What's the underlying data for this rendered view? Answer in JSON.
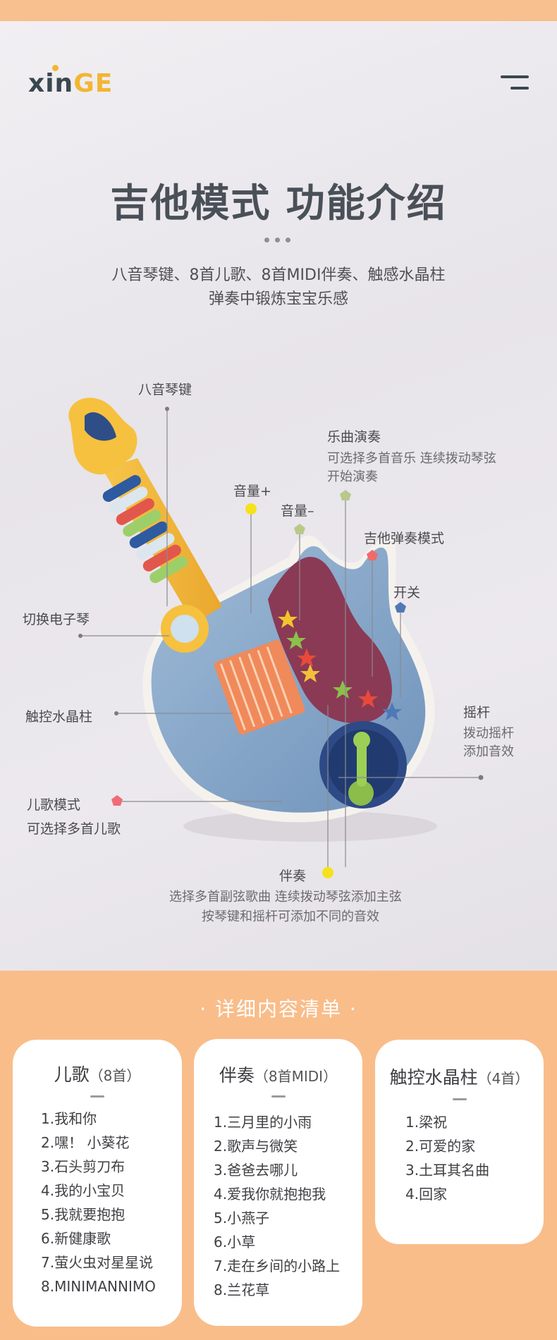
{
  "brand": {
    "logo_text": "xinGE"
  },
  "header": {
    "title": "吉他模式  功能介绍",
    "subtitle_line1": "八音琴键、8首儿歌、8首MIDI伴奏、触感水晶柱",
    "subtitle_line2": "弹奏中锻炼宝宝乐感"
  },
  "annotations": {
    "keys": "八音琴键",
    "music_play_title": "乐曲演奏",
    "music_play_desc1": "可选择多首音乐  连续拨动琴弦",
    "music_play_desc2": "开始演奏",
    "volume_up": "音量+",
    "volume_down": "音量–",
    "guitar_mode": "吉他弹奏模式",
    "power": "开关",
    "switch_piano": "切换电子琴",
    "crystal": "触控水晶柱",
    "rocker_title": "摇杆",
    "rocker_desc1": "拨动摇杆",
    "rocker_desc2": "添加音效",
    "nursery_title": "儿歌模式",
    "nursery_desc": "可选择多首儿歌",
    "accomp_title": "伴奏",
    "accomp_desc1": "选择多首副弦歌曲  连续拨动琴弦添加主弦",
    "accomp_desc2": "按琴键和摇杆可添加不同的音效"
  },
  "marker_colors": {
    "yellow": "#f5e21b",
    "green": "#b8c98a",
    "red": "#ef6b6b",
    "blue": "#4f79b5",
    "grey": "#7a7a80",
    "pink": "#ef6b78"
  },
  "details": {
    "section_title": "· 详细内容清单 ·",
    "cards": [
      {
        "title": "儿歌",
        "count": "（8首）",
        "items": [
          "1.我和你",
          "2.嘿！  小葵花",
          "3.石头剪刀布",
          "4.我的小宝贝",
          "5.我就要抱抱",
          "6.新健康歌",
          "7.萤火虫对星星说",
          "8.MINIMANNIMO"
        ]
      },
      {
        "title": "伴奏",
        "count": "（8首MIDI）",
        "items": [
          "1.三月里的小雨",
          "2.歌声与微笑",
          "3.爸爸去哪儿",
          "4.爱我你就抱抱我",
          "5.小燕子",
          "6.小草",
          "7.走在乡间的小路上",
          "8.兰花草"
        ]
      },
      {
        "title": "触控水晶柱",
        "count": "（4首）",
        "items": [
          "1.梁祝",
          "2.可爱的家",
          "3.土耳其名曲",
          "4.回家"
        ]
      }
    ]
  }
}
